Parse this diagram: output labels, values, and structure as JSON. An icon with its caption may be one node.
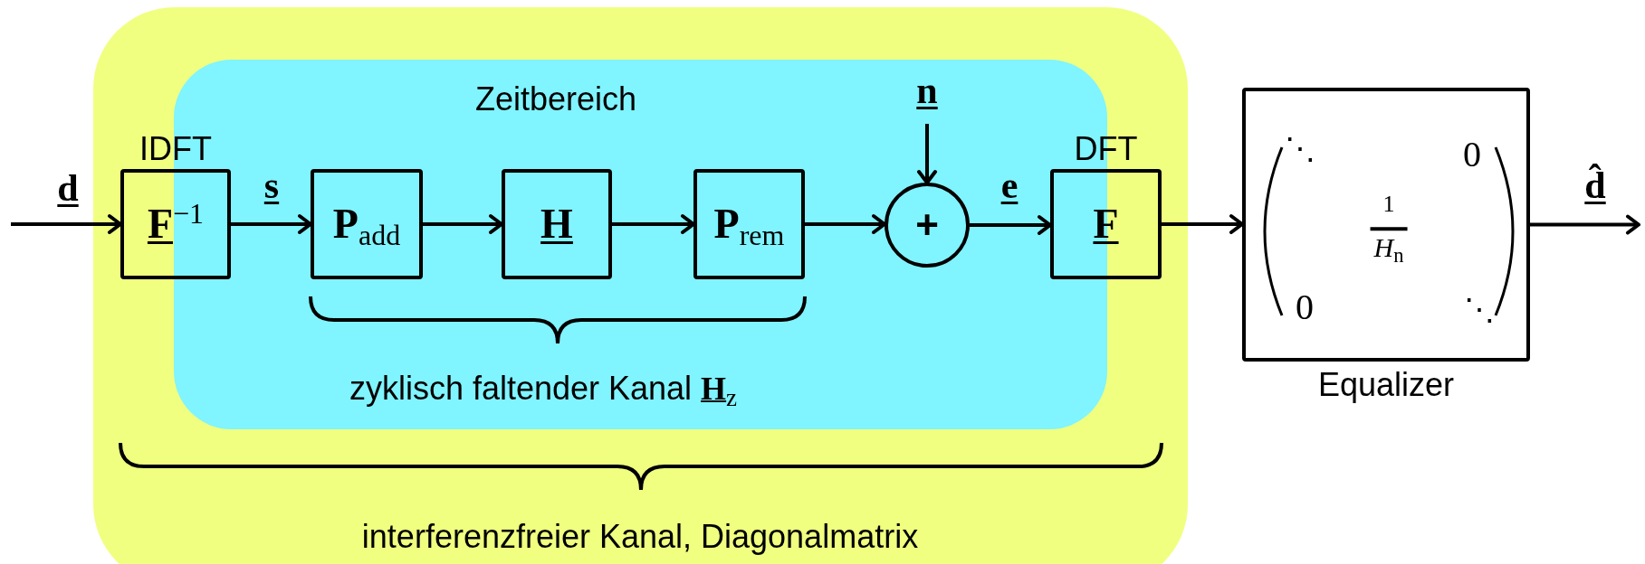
{
  "diagram": {
    "nodes": [
      {
        "text": [
          "interferenzfreier Kanal, Diagonalmatrix"
        ]
      },
      {
        "text": [
          "Zeitbereich",
          "zyklisch faltender Kanal **H**$_{z}$"
        ],
        "in": 0
      },
      {
        "text": [
          "**F**$^{−1}$"
        ],
        "in": 0,
        "beside": [
          "IDFT"
        ]
      },
      {
        "text": [
          "P$_{add}$"
        ],
        "in": 1
      },
      {
        "text": [
          "**H**"
        ],
        "in": 1
      },
      {
        "text": [
          "P$_{rem}$"
        ],
        "in": 1
      },
      {
        "text": [
          "+"
        ],
        "in": 1
      },
      {
        "text": [
          "**F**"
        ],
        "in": 0,
        "beside": [
          "DFT"
        ]
      },
      {
        "text": [
          "⋱",
          "0",
          "1",
          "*H*$_{n}$",
          "0",
          "⋱"
        ],
        "beside": [
          "Equalizer"
        ]
      }
    ],
    "edges": [
      {
        "from": null,
        "to": 2,
        "arrow": "to",
        "label": "**d**"
      },
      {
        "from": 2,
        "to": 3,
        "arrow": "to",
        "label": "**s**"
      },
      {
        "from": 3,
        "to": 4,
        "arrow": "to"
      },
      {
        "from": 4,
        "to": 5,
        "arrow": "to"
      },
      {
        "from": 5,
        "to": 6,
        "arrow": "to"
      },
      {
        "from": null,
        "to": 6,
        "arrow": "to",
        "label": "**n**"
      },
      {
        "from": 6,
        "to": 7,
        "arrow": "to",
        "label": "**e**"
      },
      {
        "from": 7,
        "to": 8,
        "arrow": "to"
      },
      {
        "from": 8,
        "to": null,
        "arrow": "to",
        "label": "**d̂**"
      }
    ]
  }
}
